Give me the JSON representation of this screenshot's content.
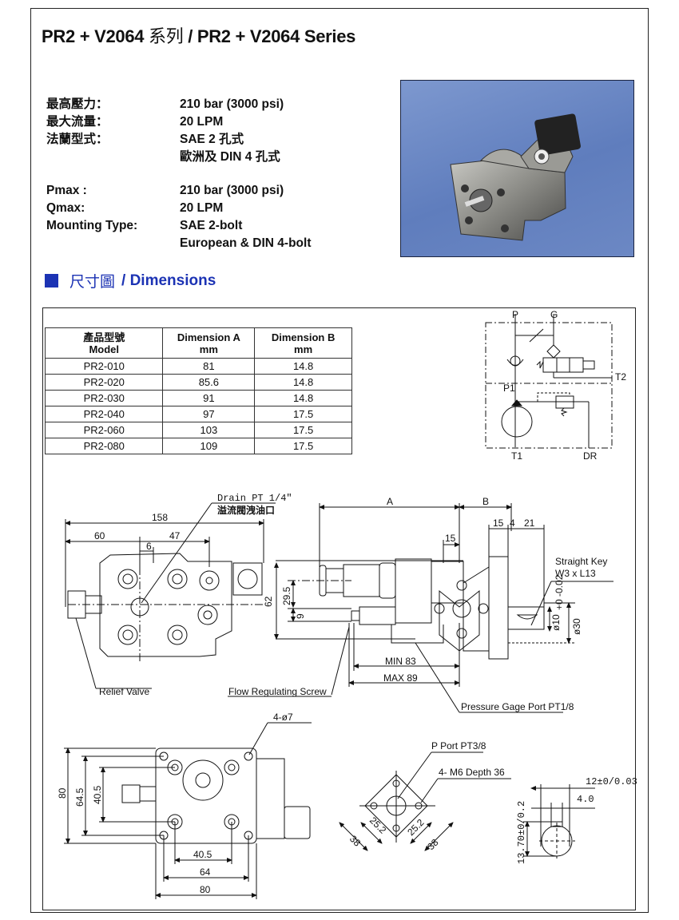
{
  "header": {
    "title_prefix": "PR2 + V2064 ",
    "title_cjk": "系列",
    "title_suffix": " / PR2 + V2064 Series"
  },
  "specs_cn": [
    {
      "label": "最高壓力：",
      "value": "210 bar (3000 psi)"
    },
    {
      "label": "最大流量：",
      "value": "20 LPM"
    },
    {
      "label": "法蘭型式：",
      "value": "SAE 2 孔式"
    },
    {
      "label": "",
      "value": "歐洲及 DIN 4 孔式"
    }
  ],
  "specs_en": [
    {
      "label": "Pmax :",
      "value": "210 bar (3000 psi)"
    },
    {
      "label": "Qmax:",
      "value": "20 LPM"
    },
    {
      "label": "Mounting Type:",
      "value": "SAE 2-bolt"
    },
    {
      "label": "",
      "value": "European & DIN 4-bolt"
    }
  ],
  "photo": {
    "icon": "pump-photo",
    "background_color": "#6b86c6"
  },
  "section": {
    "cjk": "尺寸圖",
    "en": "/ Dimensions",
    "color": "#1c33b4"
  },
  "table": {
    "headers": [
      {
        "line1": "產品型號",
        "line2": "Model"
      },
      {
        "line1": "Dimension A",
        "line2": "mm"
      },
      {
        "line1": "Dimension B",
        "line2": "mm"
      }
    ],
    "rows": [
      [
        "PR2-010",
        "81",
        "14.8"
      ],
      [
        "PR2-020",
        "85.6",
        "14.8"
      ],
      [
        "PR2-030",
        "91",
        "14.8"
      ],
      [
        "PR2-040",
        "97",
        "17.5"
      ],
      [
        "PR2-060",
        "103",
        "17.5"
      ],
      [
        "PR2-080",
        "109",
        "17.5"
      ]
    ]
  },
  "schematic": {
    "labels": {
      "p": "P",
      "g": "G",
      "p1": "P1",
      "t1": "T1",
      "t2": "T2",
      "dr": "DR"
    }
  },
  "drawing": {
    "drain_label": "Drain PT 1/4\"",
    "drain_cjk": "溢流閥洩油口",
    "relief_valve": "Relief Valve",
    "flow_screw": "Flow Regulating Screw",
    "gage_port": "Pressure Gage Port PT1/8",
    "straight_key_1": "Straight Key",
    "straight_key_2": "W3 x L13",
    "dims_front": {
      "d158": "158",
      "d60": "60",
      "d47": "47",
      "d6": "6",
      "d62": "62"
    },
    "dims_side": {
      "a": "A",
      "b": "B",
      "d15a": "15",
      "d15b": "15",
      "d4": "4",
      "d21": "21",
      "d29_5": "29.5",
      "d9": "9",
      "min83": "MIN 83",
      "max89": "MAX 89",
      "phi10": "ø10",
      "tol10": "+0 -0.02",
      "phi30": "ø30"
    },
    "dims_flange": {
      "holes": "4-ø7",
      "d80v": "80",
      "d64_5": "64.5",
      "d40_5v": "40.5",
      "d40_5h": "40.5",
      "d64": "64",
      "d80h": "80"
    },
    "dims_port": {
      "p_port": "P Port PT3/8",
      "m6": "4- M6 Depth 36",
      "d25_2a": "25.2",
      "d25_2b": "25.2",
      "d38a": "38",
      "d38b": "38"
    },
    "dims_key": {
      "d12": "12±0/0.03",
      "d4_0": "4.0",
      "d13_70": "13.70±0/0.2"
    }
  }
}
